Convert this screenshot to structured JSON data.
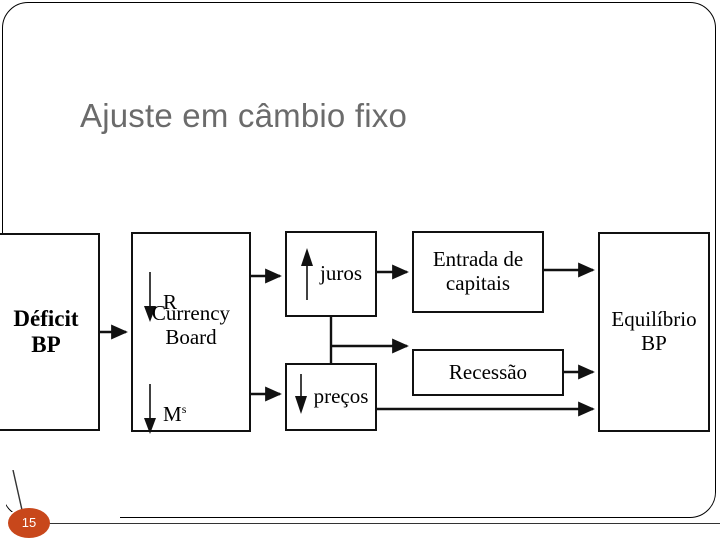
{
  "slide": {
    "title": "Ajuste em câmbio fixo",
    "page_number": "15",
    "title_color": "#6b6b6b",
    "badge_color": "#C8471B",
    "frame_color": "#000000"
  },
  "diagram": {
    "type": "flowchart",
    "nodes": [
      {
        "id": "deficit",
        "label_line1": "Déficit",
        "label_line2": "BP"
      },
      {
        "id": "currency",
        "arrow_top": "down",
        "symbol_top": "R",
        "label_line1": "Currency",
        "label_line2": "Board",
        "arrow_bottom": "down",
        "symbol_bottom": "M",
        "symbol_bottom_sup": "s"
      },
      {
        "id": "juros",
        "arrow": "up",
        "label": "juros"
      },
      {
        "id": "precos",
        "arrow": "down",
        "label": "preços"
      },
      {
        "id": "entrada",
        "label_line1": "Entrada de",
        "label_line2": "capitais"
      },
      {
        "id": "recessao",
        "label": "Recessão"
      },
      {
        "id": "equilibrio",
        "label_line1": "Equilíbrio",
        "label_line2": "BP"
      }
    ],
    "edges": [
      {
        "from": "deficit",
        "to": "currency"
      },
      {
        "from": "currency",
        "to": "juros"
      },
      {
        "from": "currency",
        "to": "precos"
      },
      {
        "from": "juros",
        "to": "entrada"
      },
      {
        "from": "juros",
        "to": "recessao"
      },
      {
        "from": "entrada",
        "to": "equilibrio"
      },
      {
        "from": "recessao",
        "to": "equilibrio"
      },
      {
        "from": "precos",
        "to": "equilibrio"
      }
    ]
  }
}
